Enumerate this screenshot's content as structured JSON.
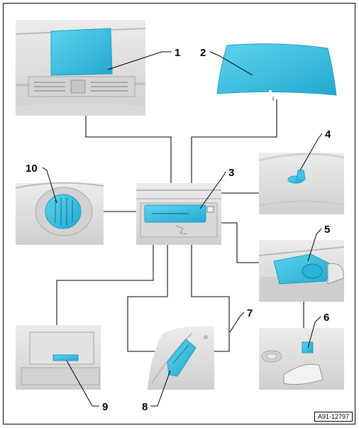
{
  "callouts": {
    "c1": "1",
    "c2": "2",
    "c3": "3",
    "c4": "4",
    "c5": "5",
    "c6": "6",
    "c7": "7",
    "c8": "8",
    "c9": "9",
    "c10": "10"
  },
  "reference": "A91-12797",
  "colors": {
    "highlight": "#3ec3e6",
    "highlight_dark": "#1e9fc4",
    "photo_bg": "#e4e4e4",
    "photo_shade": "#c9c9c9",
    "line": "#333333"
  }
}
